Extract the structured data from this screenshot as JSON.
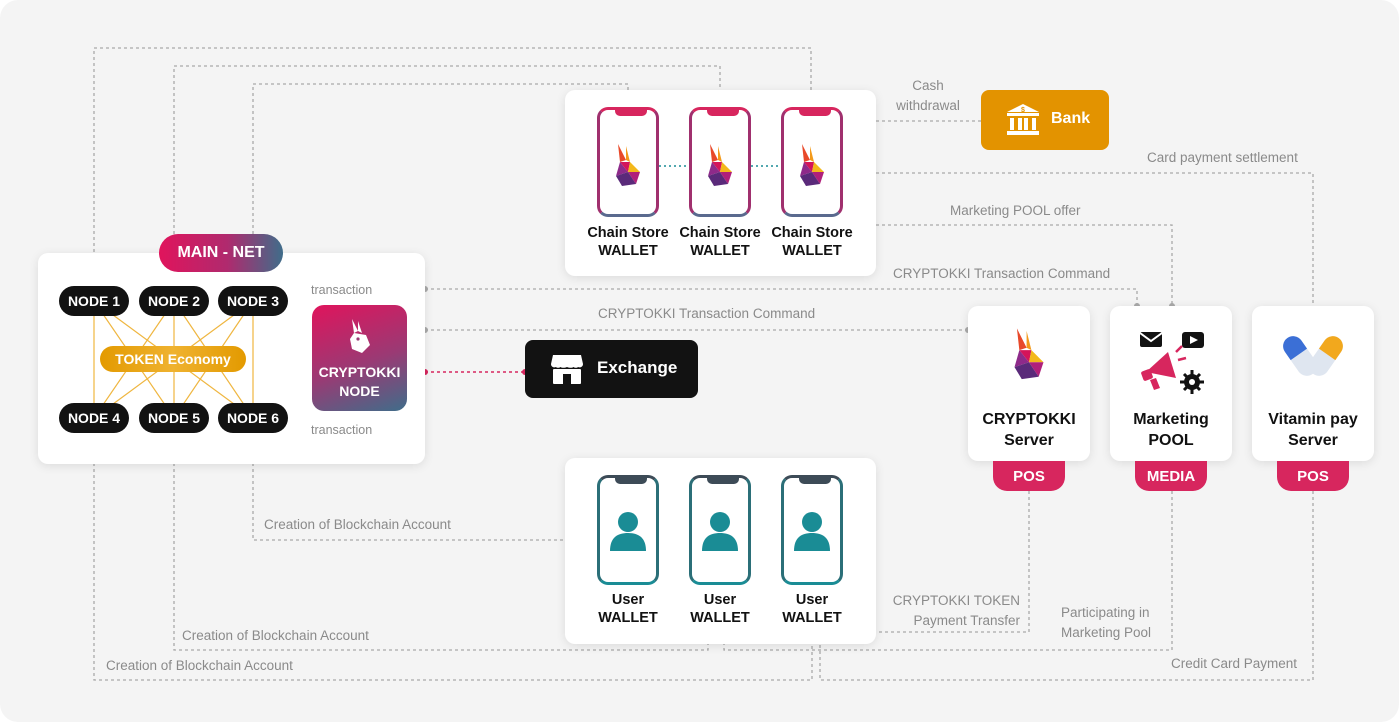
{
  "main_net": {
    "title": "MAIN - NET",
    "nodes": [
      "NODE 1",
      "NODE 2",
      "NODE 3",
      "NODE 4",
      "NODE 5",
      "NODE 6"
    ],
    "token_economy": "TOKEN Economy",
    "cryptokki_node": [
      "CRYPTOKKI",
      "NODE"
    ],
    "transaction_top": "transaction",
    "transaction_bottom": "transaction"
  },
  "exchange": {
    "label": "Exchange",
    "icon": "store-icon"
  },
  "bank": {
    "label": "Bank",
    "icon": "bank-icon"
  },
  "chain_store_wallets": [
    {
      "line1": "Chain Store",
      "line2": "WALLET"
    },
    {
      "line1": "Chain Store",
      "line2": "WALLET"
    },
    {
      "line1": "Chain Store",
      "line2": "WALLET"
    }
  ],
  "user_wallets": [
    {
      "line1": "User",
      "line2": "WALLET"
    },
    {
      "line1": "User",
      "line2": "WALLET"
    },
    {
      "line1": "User",
      "line2": "WALLET"
    }
  ],
  "servers": [
    {
      "line1": "CRYPTOKKI",
      "line2": "Server",
      "tag": "POS",
      "icon": "rabbit-logo-icon"
    },
    {
      "line1": "Marketing",
      "line2": "POOL",
      "tag": "MEDIA",
      "icon": "megaphone-icon"
    },
    {
      "line1": "Vitamin pay",
      "line2": "Server",
      "tag": "POS",
      "icon": "vitamin-capsule-icon"
    }
  ],
  "flows": {
    "cash_withdrawal": [
      "Cash",
      "withdrawal"
    ],
    "card_payment_settlement": "Card payment settlement",
    "marketing_pool_offer": "Marketing POOL offer",
    "transaction_command_1": "CRYPTOKKI Transaction Command",
    "transaction_command_2": "CRYPTOKKI Transaction Command",
    "creation_account_1": "Creation of Blockchain Account",
    "creation_account_2": "Creation of Blockchain Account",
    "creation_account_3": "Creation of Blockchain Account",
    "token_payment_transfer": [
      "CRYPTOKKI TOKEN",
      "Payment Transfer"
    ],
    "participating_pool": [
      "Participating in",
      "Marketing Pool"
    ],
    "credit_card_payment": "Credit Card Payment"
  },
  "colors": {
    "crimson": "#d7265e",
    "teal": "#1a8c95",
    "orange": "#e39300",
    "dark": "#121212",
    "connector": "#a9a9a9"
  }
}
